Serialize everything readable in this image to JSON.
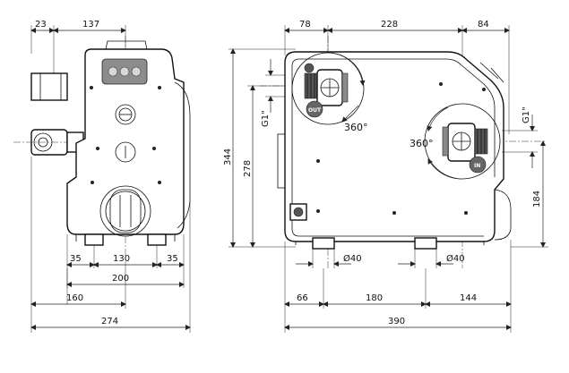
{
  "front_view": {
    "dimensions": {
      "top_left": "23",
      "top_right": "137",
      "height": "344",
      "feet_left": "35",
      "feet_center": "130",
      "feet_right": "35",
      "feet_overall": "200",
      "base_left": "160",
      "overall_width": "274"
    }
  },
  "side_view": {
    "dimensions": {
      "top_left": "78",
      "top_center": "228",
      "top_right": "84",
      "height_inner": "278",
      "thread_out": "G1\"",
      "thread_in": "G1\"",
      "right_height": "184",
      "foot_dia_left": "Ø40",
      "foot_dia_right": "Ø40",
      "bottom_left": "66",
      "bottom_center": "180",
      "bottom_right": "144",
      "overall_length": "390"
    },
    "annotations": {
      "rotation_out": "360°",
      "rotation_in": "360°",
      "badge_out": "OUT",
      "badge_in": "IN"
    }
  }
}
